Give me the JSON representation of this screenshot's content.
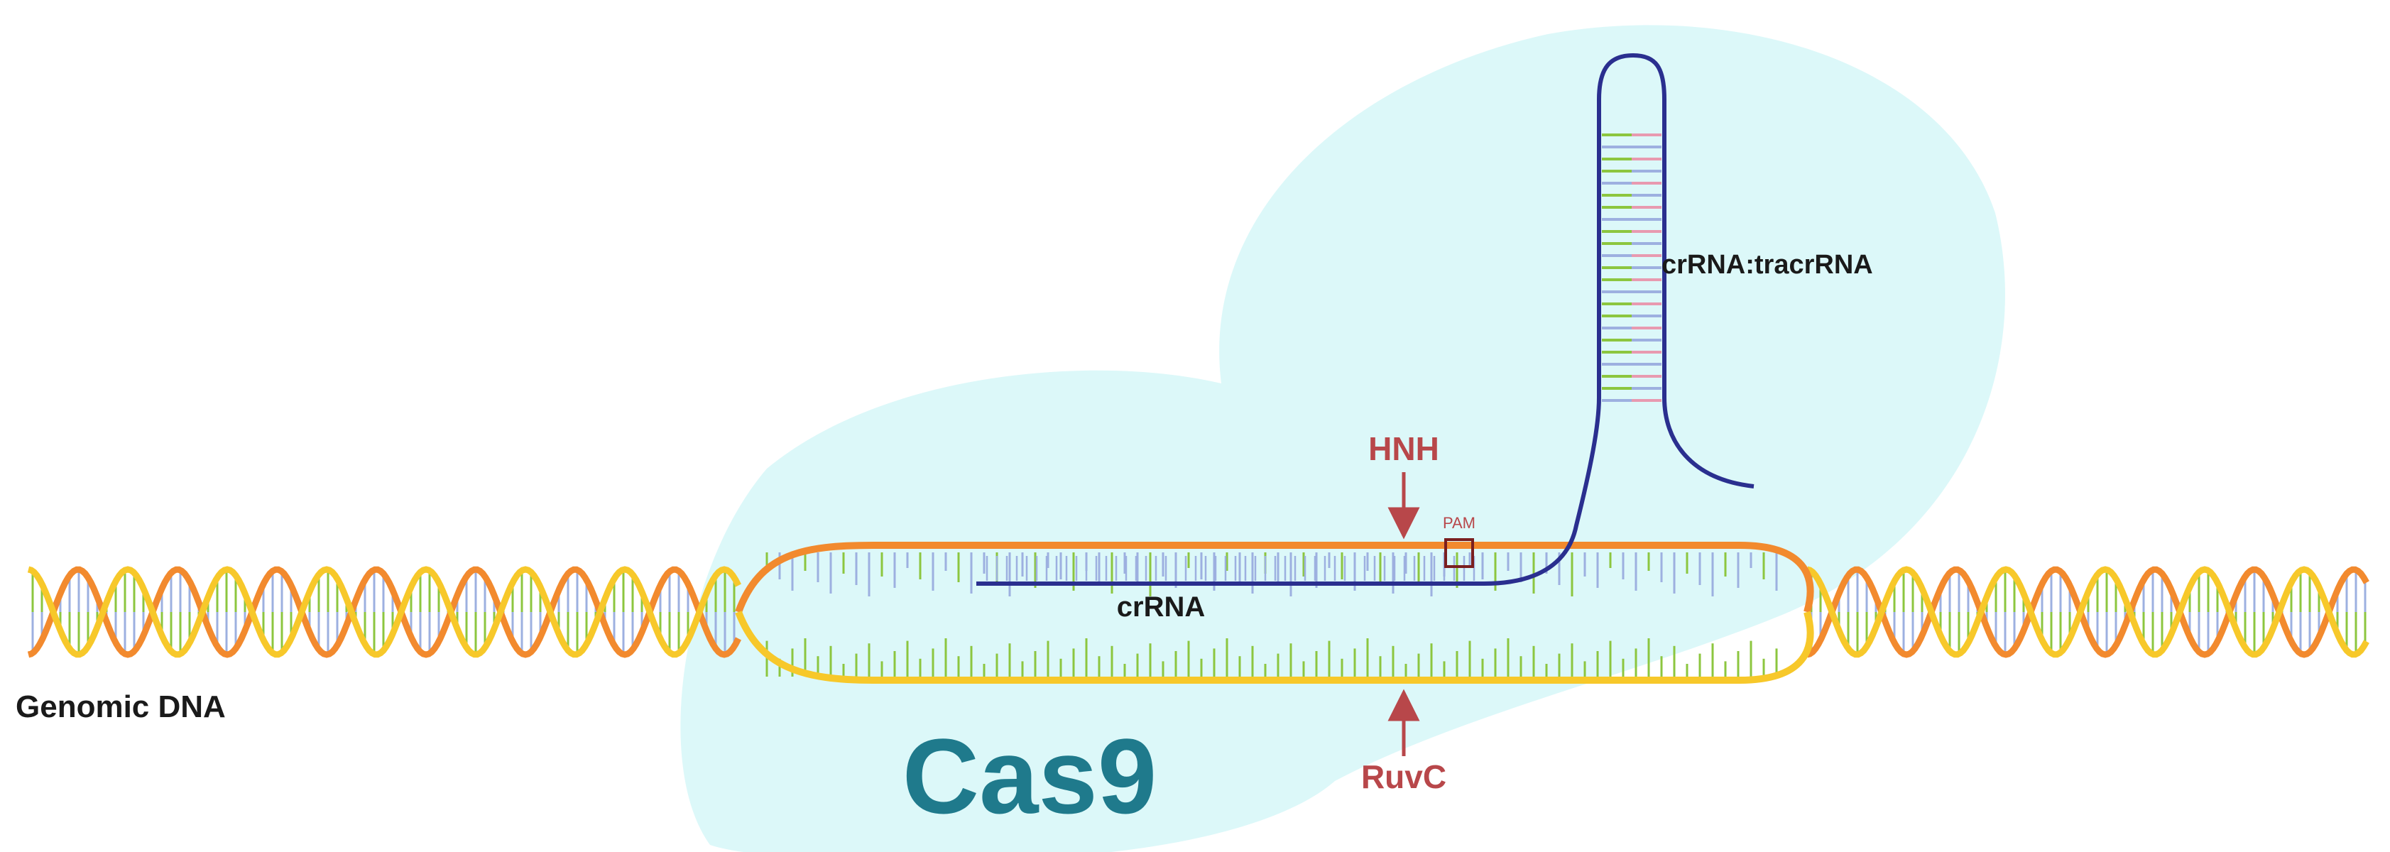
{
  "labels": {
    "genomic_dna": "Genomic DNA",
    "cas9": "Cas9",
    "crrna": "crRNA",
    "crrna_tracrrna": "crRNA:tracrRNA",
    "hnh": "HNH",
    "ruvc": "RuvC",
    "pam": "PAM"
  },
  "colors": {
    "protein": "#dcf8f9",
    "strand_orange": "#f28a2e",
    "strand_yellow": "#f7c82a",
    "base_green": "#8cc63f",
    "base_blue": "#9db0e0",
    "base_pink": "#e89ab0",
    "rna_navy": "#2a2f8f",
    "domain_red": "#b8474a",
    "cas9_teal": "#1f7a8c",
    "text_dark": "#1a1a1a"
  }
}
